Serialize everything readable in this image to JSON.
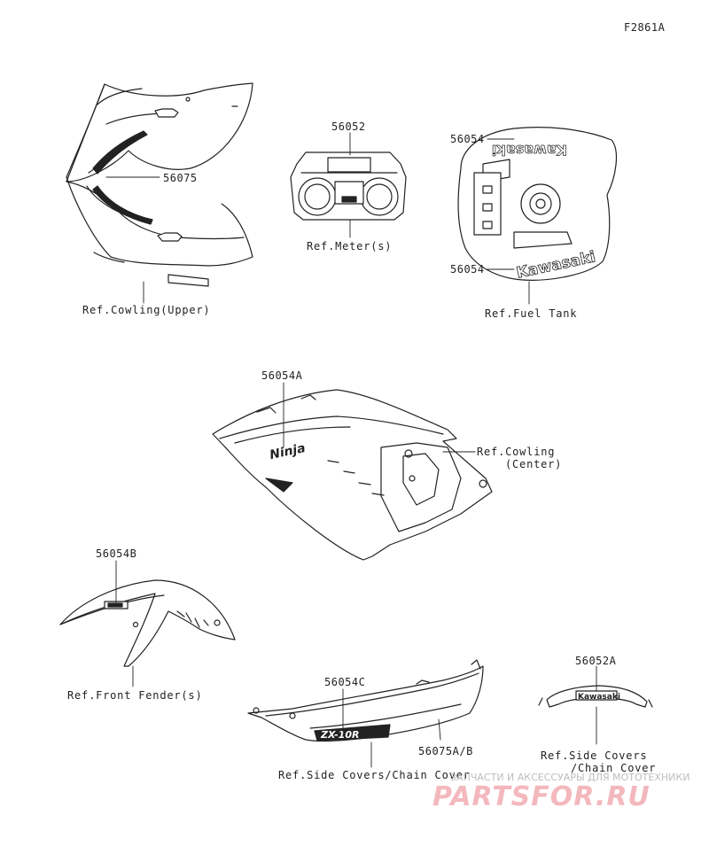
{
  "figure_code": "F2861A",
  "callouts": {
    "c56075": "56075",
    "c56052": "56052",
    "c56054_top": "56054",
    "c56054_bottom": "56054",
    "c56054A": "56054A",
    "c56054B": "56054B",
    "c56054C": "56054C",
    "c56075AB": "56075A/B",
    "c56052A": "56052A"
  },
  "refs": {
    "cowling_upper": "Ref.Cowling(Upper)",
    "meter": "Ref.Meter(s)",
    "fuel_tank": "Ref.Fuel Tank",
    "cowling_center_1": "Ref.Cowling",
    "cowling_center_2": "(Center)",
    "front_fender": "Ref.Front Fender(s)",
    "side_covers_chain": "Ref.Side Covers/Chain Cover",
    "side_covers_2_line1": "Ref.Side Covers",
    "side_covers_2_line2": "/Chain Cover"
  },
  "decals": {
    "tank_logo_top": "Kawasaki",
    "tank_logo_bottom": "Kawasaki",
    "ninja_logo": "Ninja",
    "side_decal": "ZX-10R",
    "seat_cover_logo": "Kawasaki"
  },
  "watermark": {
    "tagline": "ЗАПЧАСТИ И АКСЕССУАРЫ ДЛЯ МОТОТЕХНИКИ",
    "logo": "PARTSFOR.RU"
  },
  "colors": {
    "line": "#222222",
    "watermark_logo": "#f3b8bd",
    "watermark_text": "#bdbdbd"
  }
}
